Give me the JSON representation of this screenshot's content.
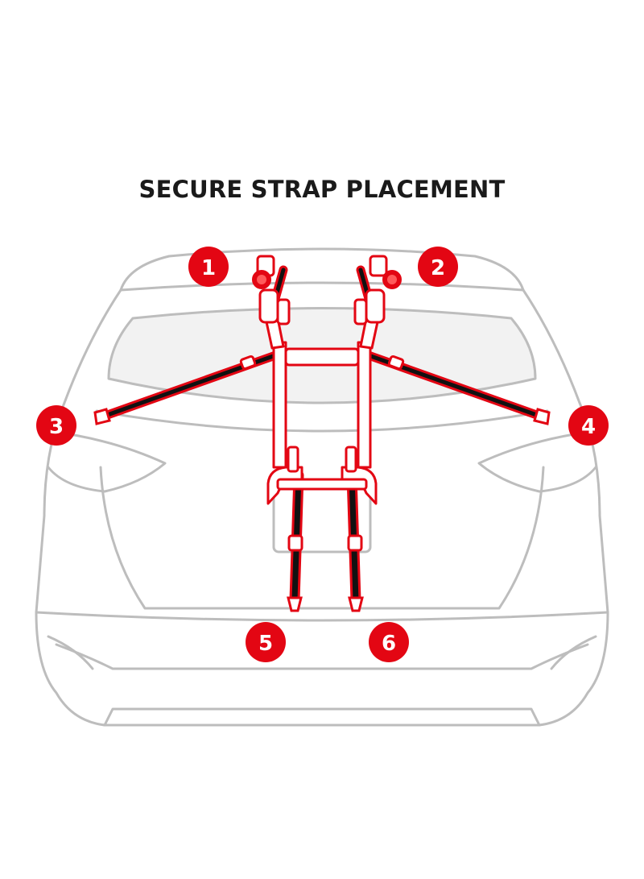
{
  "title": "SECURE STRAP PLACEMENT",
  "colors": {
    "car_outline": "#bdbdbd",
    "rack_red": "#e30613",
    "strap_black": "#111111",
    "badge_red": "#e30613"
  },
  "icons": [
    "car-rear-outline",
    "bike-rack",
    "strap",
    "number-badge"
  ],
  "badges": [
    {
      "id": 1,
      "label": "1"
    },
    {
      "id": 2,
      "label": "2"
    },
    {
      "id": 3,
      "label": "3"
    },
    {
      "id": 4,
      "label": "4"
    },
    {
      "id": 5,
      "label": "5"
    },
    {
      "id": 6,
      "label": "6"
    }
  ]
}
